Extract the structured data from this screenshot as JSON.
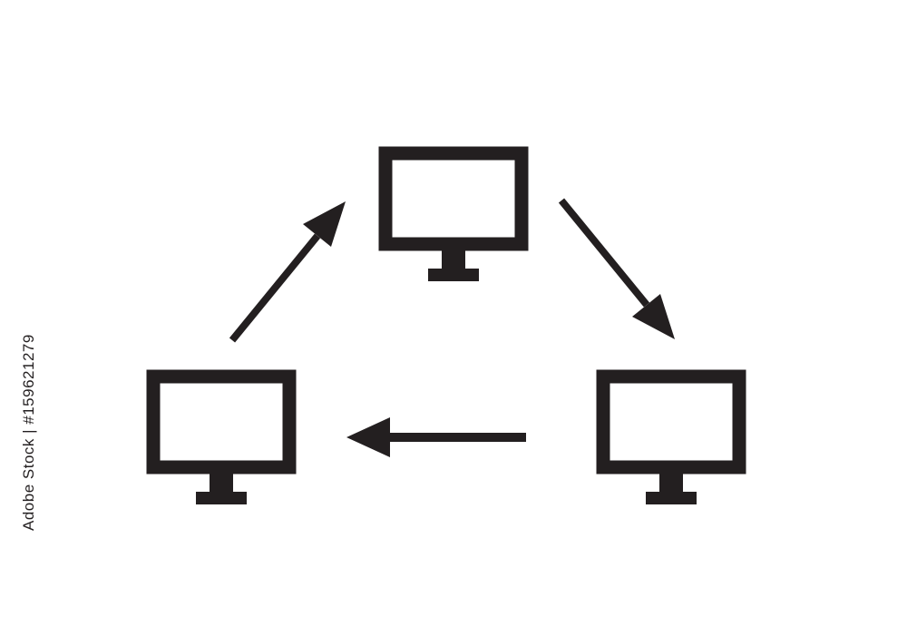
{
  "diagram": {
    "nodes": [
      {
        "id": "top",
        "icon": "monitor-icon"
      },
      {
        "id": "right",
        "icon": "monitor-icon"
      },
      {
        "id": "left",
        "icon": "monitor-icon"
      }
    ],
    "edges": [
      {
        "from": "left",
        "to": "top",
        "icon": "arrow-icon"
      },
      {
        "from": "top",
        "to": "right",
        "icon": "arrow-icon"
      },
      {
        "from": "right",
        "to": "left",
        "icon": "arrow-icon"
      }
    ],
    "colors": {
      "foreground": "#231f20",
      "background": "#ffffff"
    }
  },
  "stock": {
    "id_text": "Adobe Stock | #159621279",
    "watermark": "Adobe Stock"
  }
}
